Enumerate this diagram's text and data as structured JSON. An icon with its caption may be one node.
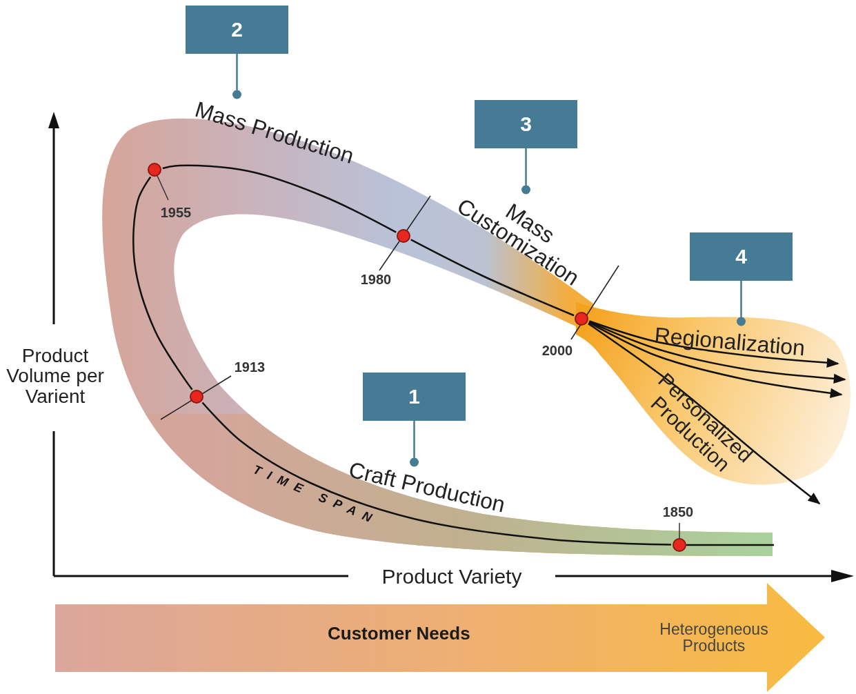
{
  "diagram": {
    "nodes": [
      {
        "text": [
          "2"
        ]
      },
      {
        "text": [
          "Mass Production"
        ]
      },
      {
        "text": [
          "3"
        ]
      },
      {
        "text": [
          "Mass Customization"
        ]
      },
      {
        "text": [
          "4"
        ]
      },
      {
        "text": [
          "Regionalization"
        ]
      },
      {
        "text": [
          "1"
        ]
      },
      {
        "text": [
          "Craft Production"
        ]
      },
      {
        "text": [],
        "shape": "circle",
        "beside": [
          "1955"
        ]
      },
      {
        "text": [],
        "shape": "circle",
        "beside": [
          "1980"
        ]
      },
      {
        "text": [],
        "shape": "circle",
        "beside": [
          "2000"
        ]
      },
      {
        "text": [],
        "shape": "circle",
        "beside": [
          "1913"
        ]
      },
      {
        "text": [],
        "shape": "circle",
        "beside": [
          "1850"
        ]
      },
      {
        "text": [
          "Customer Needs",
          "Heterogeneous Products"
        ]
      }
    ],
    "edges": [
      {
        "from": 0,
        "to": 1,
        "arrow": "other",
        "color": "#457b95"
      },
      {
        "from": 2,
        "to": 3,
        "arrow": "other",
        "color": "#457b95"
      },
      {
        "from": 4,
        "to": 5,
        "arrow": "other",
        "color": "#457b95"
      },
      {
        "from": 6,
        "to": 7,
        "arrow": "other",
        "color": "#457b95"
      },
      {
        "from": 12,
        "to": 11,
        "arrow": "none",
        "label": "TIME SPAN"
      },
      {
        "from": 11,
        "to": 8,
        "arrow": "none"
      },
      {
        "from": 8,
        "to": 9,
        "arrow": "none"
      },
      {
        "from": 9,
        "to": 10,
        "arrow": "none"
      },
      {
        "from": 10,
        "to": null,
        "arrow": "to"
      },
      {
        "from": 10,
        "to": null,
        "arrow": "to"
      },
      {
        "from": 10,
        "to": null,
        "arrow": "to"
      },
      {
        "from": 10,
        "to": null,
        "arrow": "to"
      }
    ],
    "labels": [
      "Product Volume per Varient",
      "Personalized Production",
      "Product Variety"
    ]
  }
}
